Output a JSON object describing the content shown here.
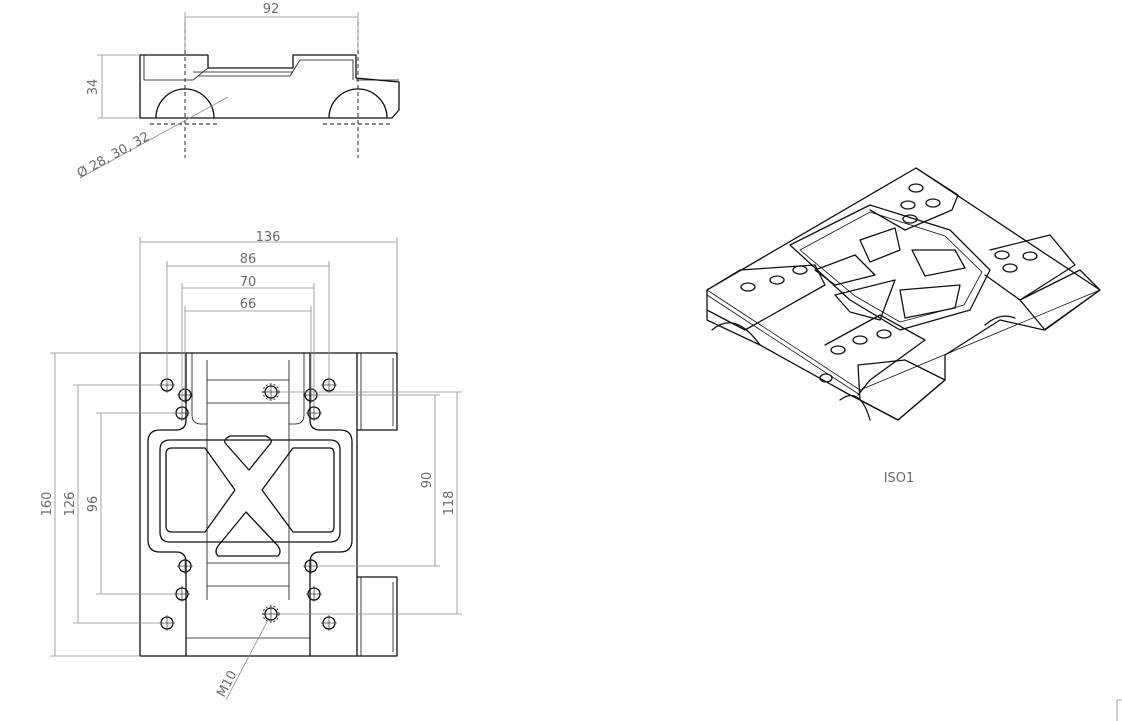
{
  "drawing": {
    "front_view": {
      "dim_width": "92",
      "dim_height": "34",
      "dim_diameter": "Ø 28, 30, 32"
    },
    "plan_view": {
      "dim_overall_width": "136",
      "dim_86": "86",
      "dim_70": "70",
      "dim_66": "66",
      "dim_overall_height": "160",
      "dim_126": "126",
      "dim_96": "96",
      "dim_90": "90",
      "dim_118": "118",
      "thread_callout": "M10"
    },
    "iso_view": {
      "label": "ISO1"
    }
  }
}
